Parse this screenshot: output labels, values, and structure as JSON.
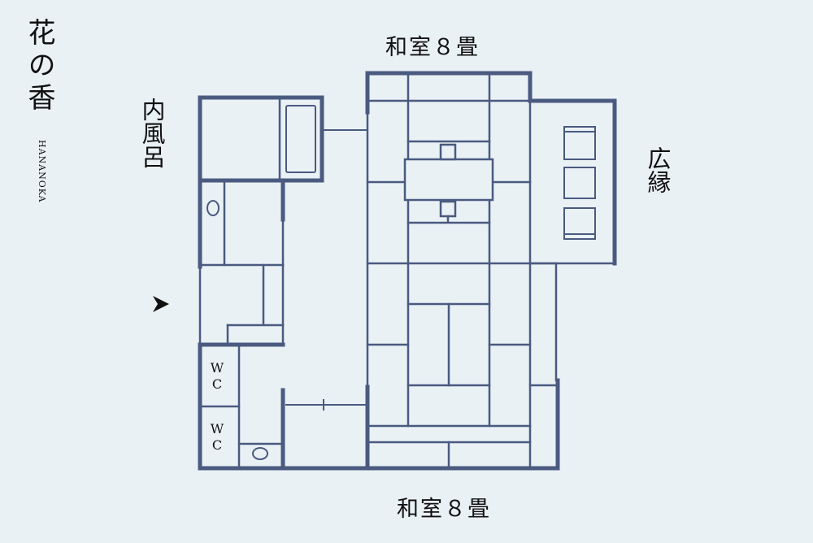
{
  "brand": {
    "name": "花の香",
    "romaji": "HANANOKA"
  },
  "rooms": {
    "washitsu_top": "和室８畳",
    "washitsu_bottom": "和室８畳",
    "uchiburo": "内風呂",
    "hiroen": "広縁",
    "wc_1_line1": "W",
    "wc_1_line2": "C",
    "wc_2_line1": "W",
    "wc_2_line2": "C"
  },
  "colors": {
    "background": "#e9f1f5",
    "wall": "#4a5a80",
    "text": "#111111"
  },
  "icons": {
    "entrance": "entrance-arrow-icon"
  }
}
